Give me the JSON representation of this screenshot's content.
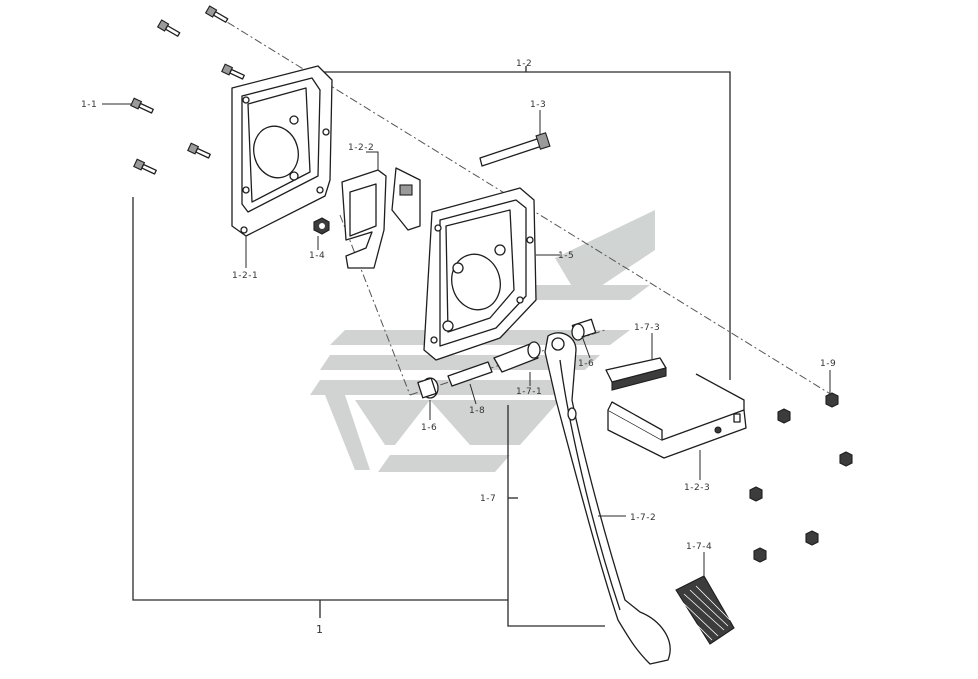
{
  "diagram": {
    "labels": {
      "assembly": "1",
      "bolt": "1-1",
      "bracket_assembly": "1-2",
      "bracket_plate": "1-2-1",
      "bracket_clip": "1-2-2",
      "stopper_bracket": "1-2-3",
      "long_bolt": "1-3",
      "nut": "1-4",
      "pedal_bracket": "1-5",
      "bushing_left": "1-6",
      "bushing_right": "1-6",
      "pedal_assembly": "1-7",
      "pedal_sleeve": "1-7-1",
      "pedal_arm": "1-7-2",
      "stopper_pad": "1-7-3",
      "pedal_pad": "1-7-4",
      "pivot_shaft": "1-8",
      "flange_nut": "1-9"
    }
  }
}
